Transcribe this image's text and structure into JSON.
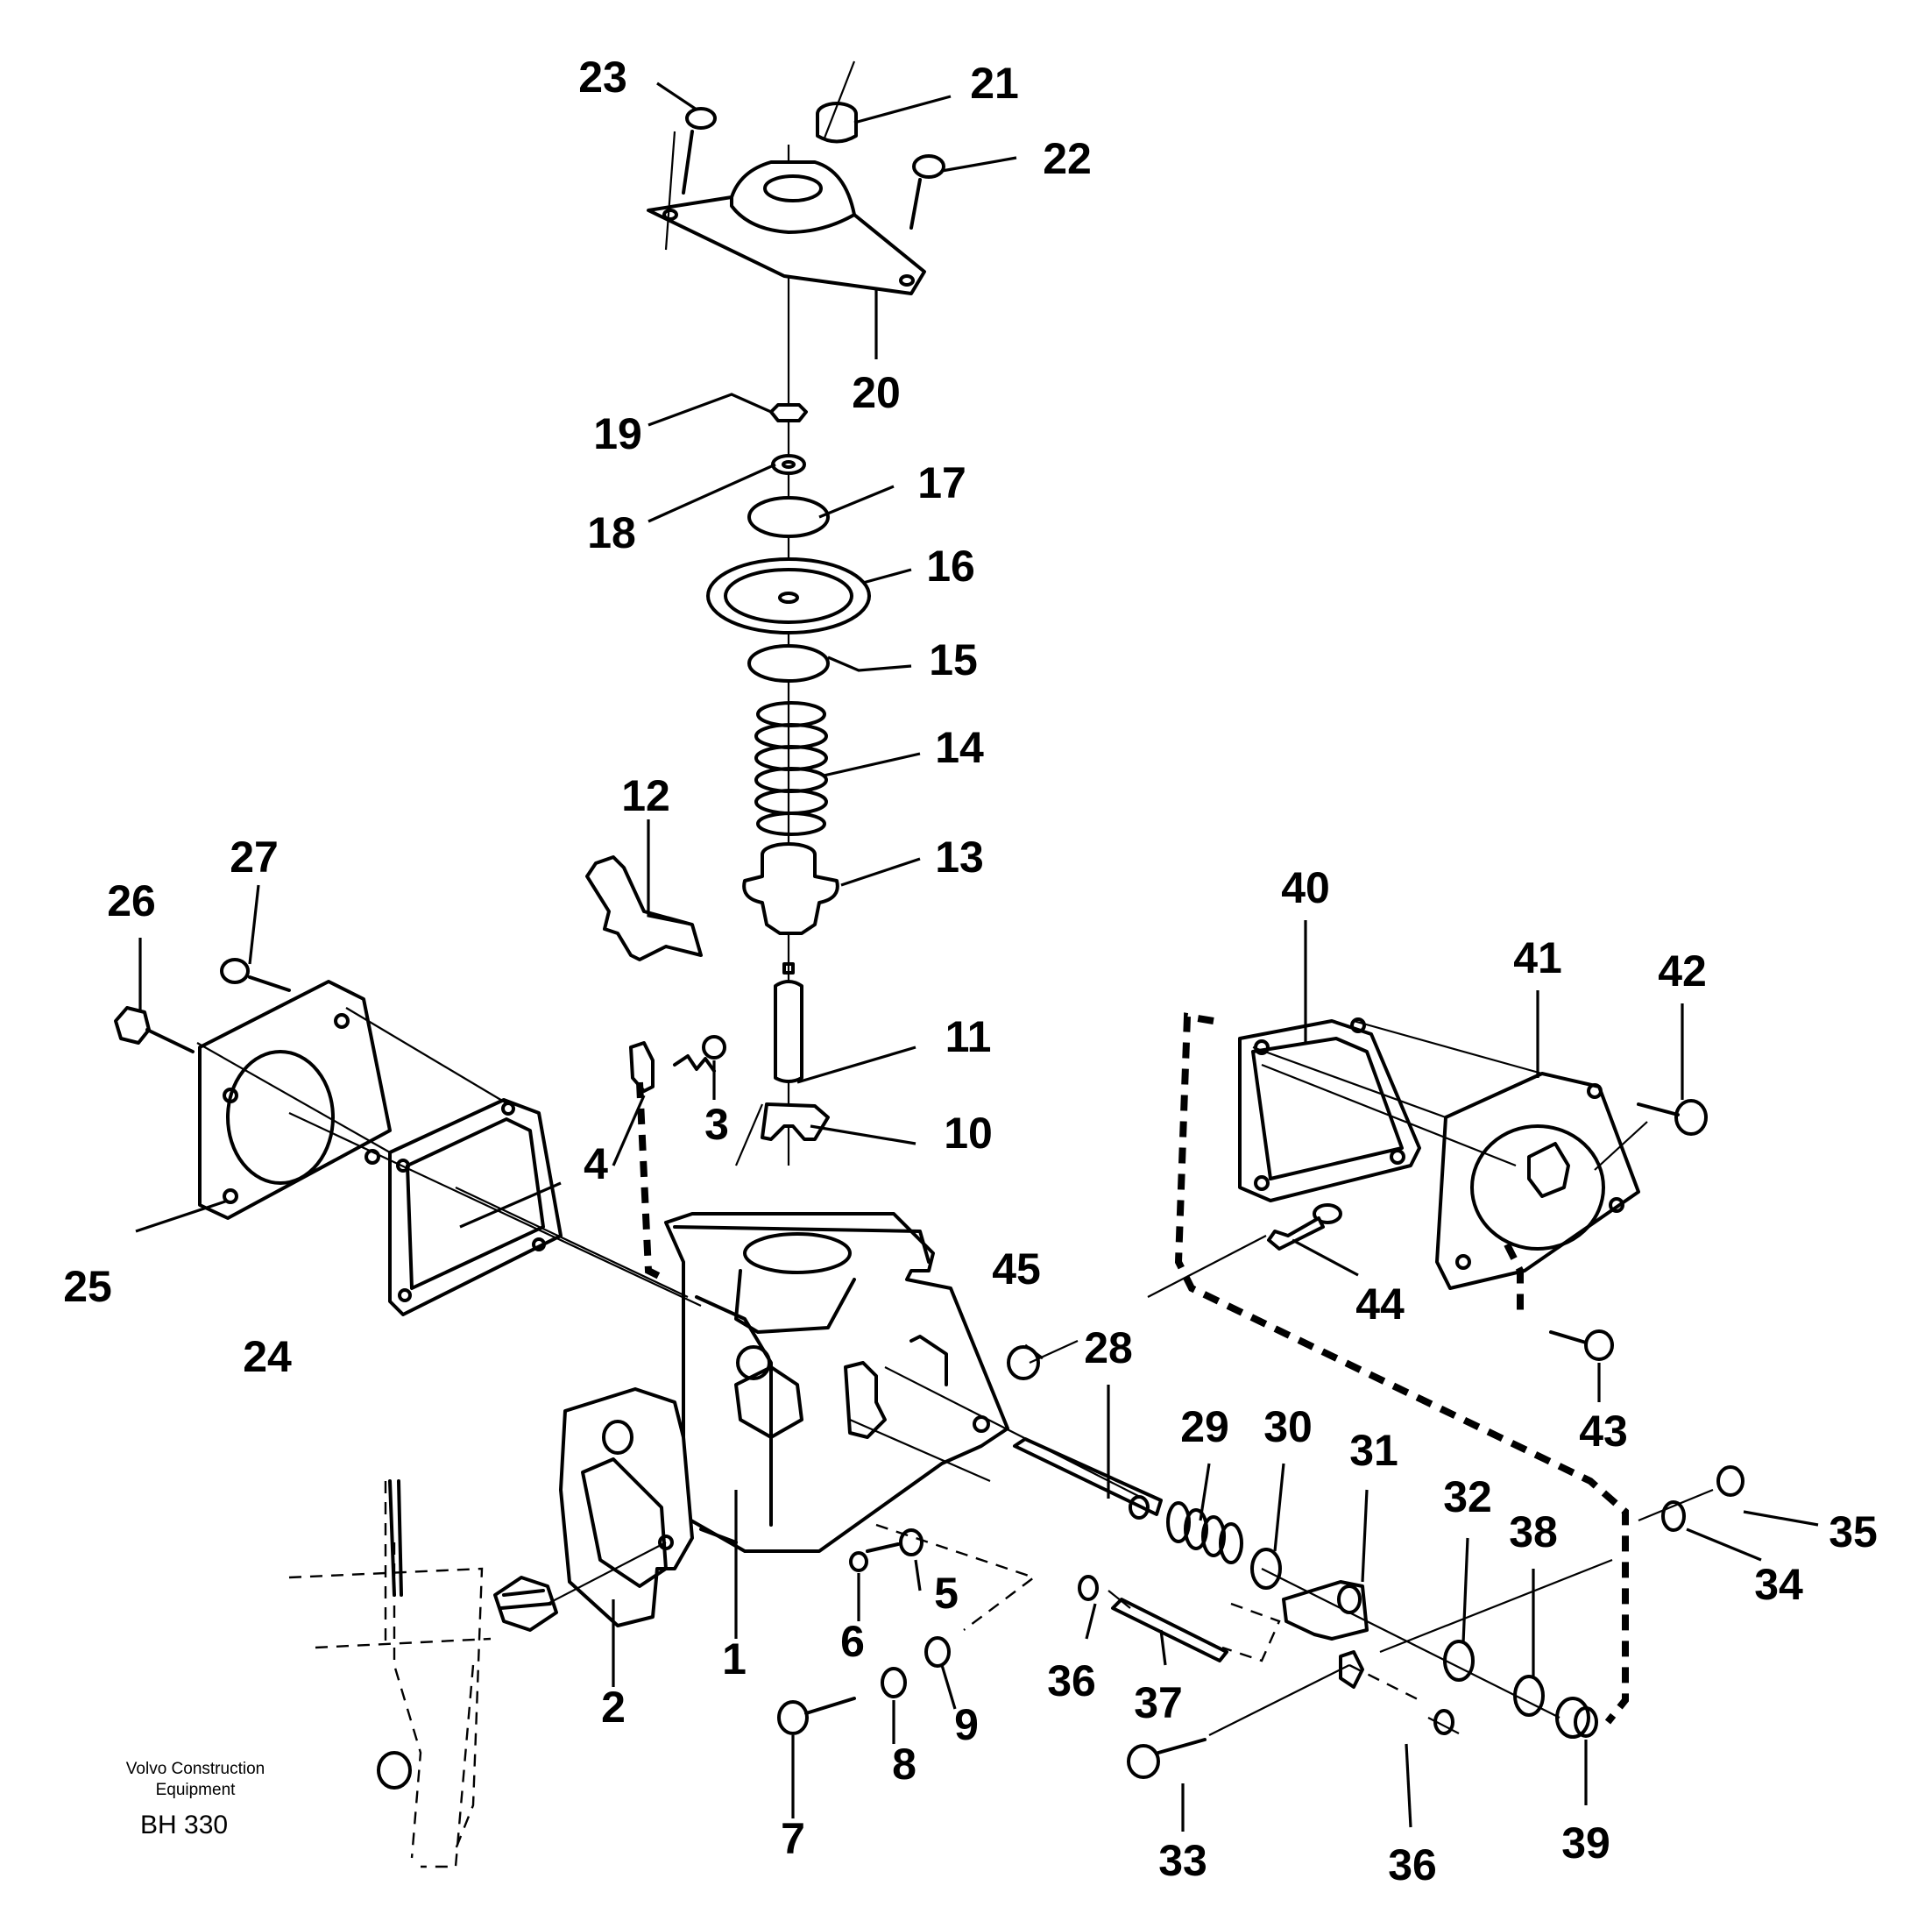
{
  "diagram": {
    "publisher": "Volvo Construction",
    "publisher_line2": "Equipment",
    "code": "BH 330"
  },
  "callouts": [
    "1",
    "2",
    "3",
    "4",
    "5",
    "6",
    "7",
    "8",
    "9",
    "10",
    "11",
    "12",
    "13",
    "14",
    "15",
    "16",
    "17",
    "18",
    "19",
    "20",
    "21",
    "22",
    "23",
    "24",
    "25",
    "26",
    "27",
    "28",
    "29",
    "30",
    "31",
    "32",
    "33",
    "34",
    "35",
    "36",
    "37",
    "38",
    "39",
    "40",
    "41",
    "42",
    "43",
    "44",
    "45",
    "36"
  ]
}
